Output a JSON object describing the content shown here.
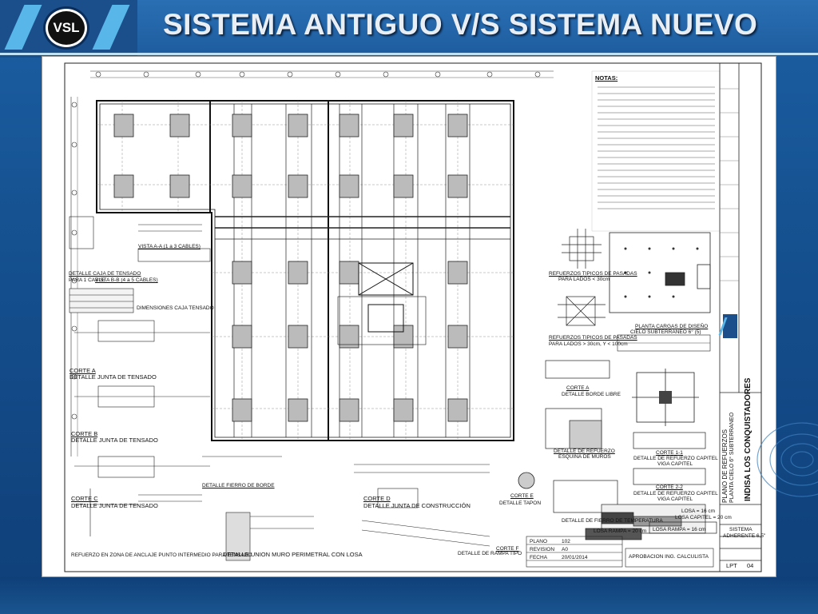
{
  "header": {
    "logo_text": "VSL",
    "title": "SISTEMA ANTIGUO V/S SISTEMA NUEVO"
  },
  "drawing": {
    "notes_title": "NOTAS:",
    "labels": {
      "detalle_caja_tensado": "DETALLE CAJA DE TENSADO",
      "para_1_cable": "PARA 1 CABLE",
      "vista_bb": "VISTA B-B (4 a 5 CABLES)",
      "vista_aa": "VISTA A-A (1 a 3 CABLES)",
      "dimensiones_caja": "DIMENSIONES CAJA TENSADO",
      "corte_a": "CORTE A",
      "detalle_junta_tensado_a": "DETALLE JUNTA DE TENSADO",
      "corte_b": "CORTE B",
      "detalle_junta_tensado_b": "DETALLE JUNTA DE TENSADO",
      "corte_c": "CORTE C",
      "detalle_junta_tensado_c": "DETALLE JUNTA DE TENSADO",
      "refuerzo_zona_anclaje": "REFUERZO EN ZONA DE ANCLAJE PUNTO INTERMEDIO PARA TENSADO",
      "detalle_union_muro": "DETALLE UNION MURO PERIMETRAL CON LOSA",
      "detalle_fierro_borde": "DETALLE FIERRO DE BORDE",
      "corte_d": "CORTE D",
      "detalle_junta_construccion": "DETALLE JUNTA DE CONSTRUCCIÓN",
      "corte_e": "CORTE E",
      "detalle_tapon": "DETALLE TAPON",
      "detalle_rampa": "DETALLE DE RAMPA TIPO",
      "corte_f": "CORTE F",
      "refuerzos_pasadas_1": "REFUERZOS TIPICOS DE PASADAS",
      "para_lados_1": "PARA LADOS < 30cm",
      "refuerzos_pasadas_2": "REFUERZOS TIPICOS DE PASADAS",
      "para_lados_2": "PARA LADOS > 30cm, Y < 100cm",
      "planta_cargas": "PLANTA CARGAS DE DISEÑO",
      "cielo_subterraneo": "CIELO SUBTERRANEO 6° (5)",
      "corte_a2": "CORTE A",
      "detalle_borde_libre": "DETALLE BORDE LIBRE",
      "detalle_refuerzo_muros": "DETALLE DE REFUERZO",
      "esquina_muros": "ESQUINA DE MUROS",
      "corte_1": "CORTE 1-1",
      "detalle_capitel_1": "DETALLE DE REFUERZO CAPITEL",
      "viga_capitel_1": "VIGA CAPITEL",
      "corte_2": "CORTE 2-2",
      "detalle_capitel_2": "DETALLE DE REFUERZO CAPITEL",
      "viga_capitel_2": "VIGA CAPITEL",
      "detalle_temperatura": "DETALLE DE FIERRO DE TEMPERATURA",
      "losa_rampa_1": "LOSA RAMPA = 20 cm",
      "losa_rampa_2": "LOSA RAMPA = 16 cm",
      "losa_1": "LOSA = 16 cm",
      "losa_capitel": "LOSA CAPITEL = 20 cm",
      "sistema": "SISTEMA",
      "adherente": "ADHERENTE 6,5\"",
      "lpt": "LPT",
      "sheet_no": "04",
      "plano": "PLANO",
      "plano_val": "102",
      "revision": "REVISION",
      "revision_val": "A0",
      "fecha": "FECHA",
      "fecha_val": "20/01/2014",
      "aprobacion": "APROBACION ING. CALCULISTA"
    },
    "title_block": {
      "plano_refuerzos": "PLANO DE REFUERZOS",
      "planta_cielo": "PLANTA CIELO 6° SUBTERRANEO",
      "project": "INDISA LOS CONQUISTADORES"
    }
  }
}
